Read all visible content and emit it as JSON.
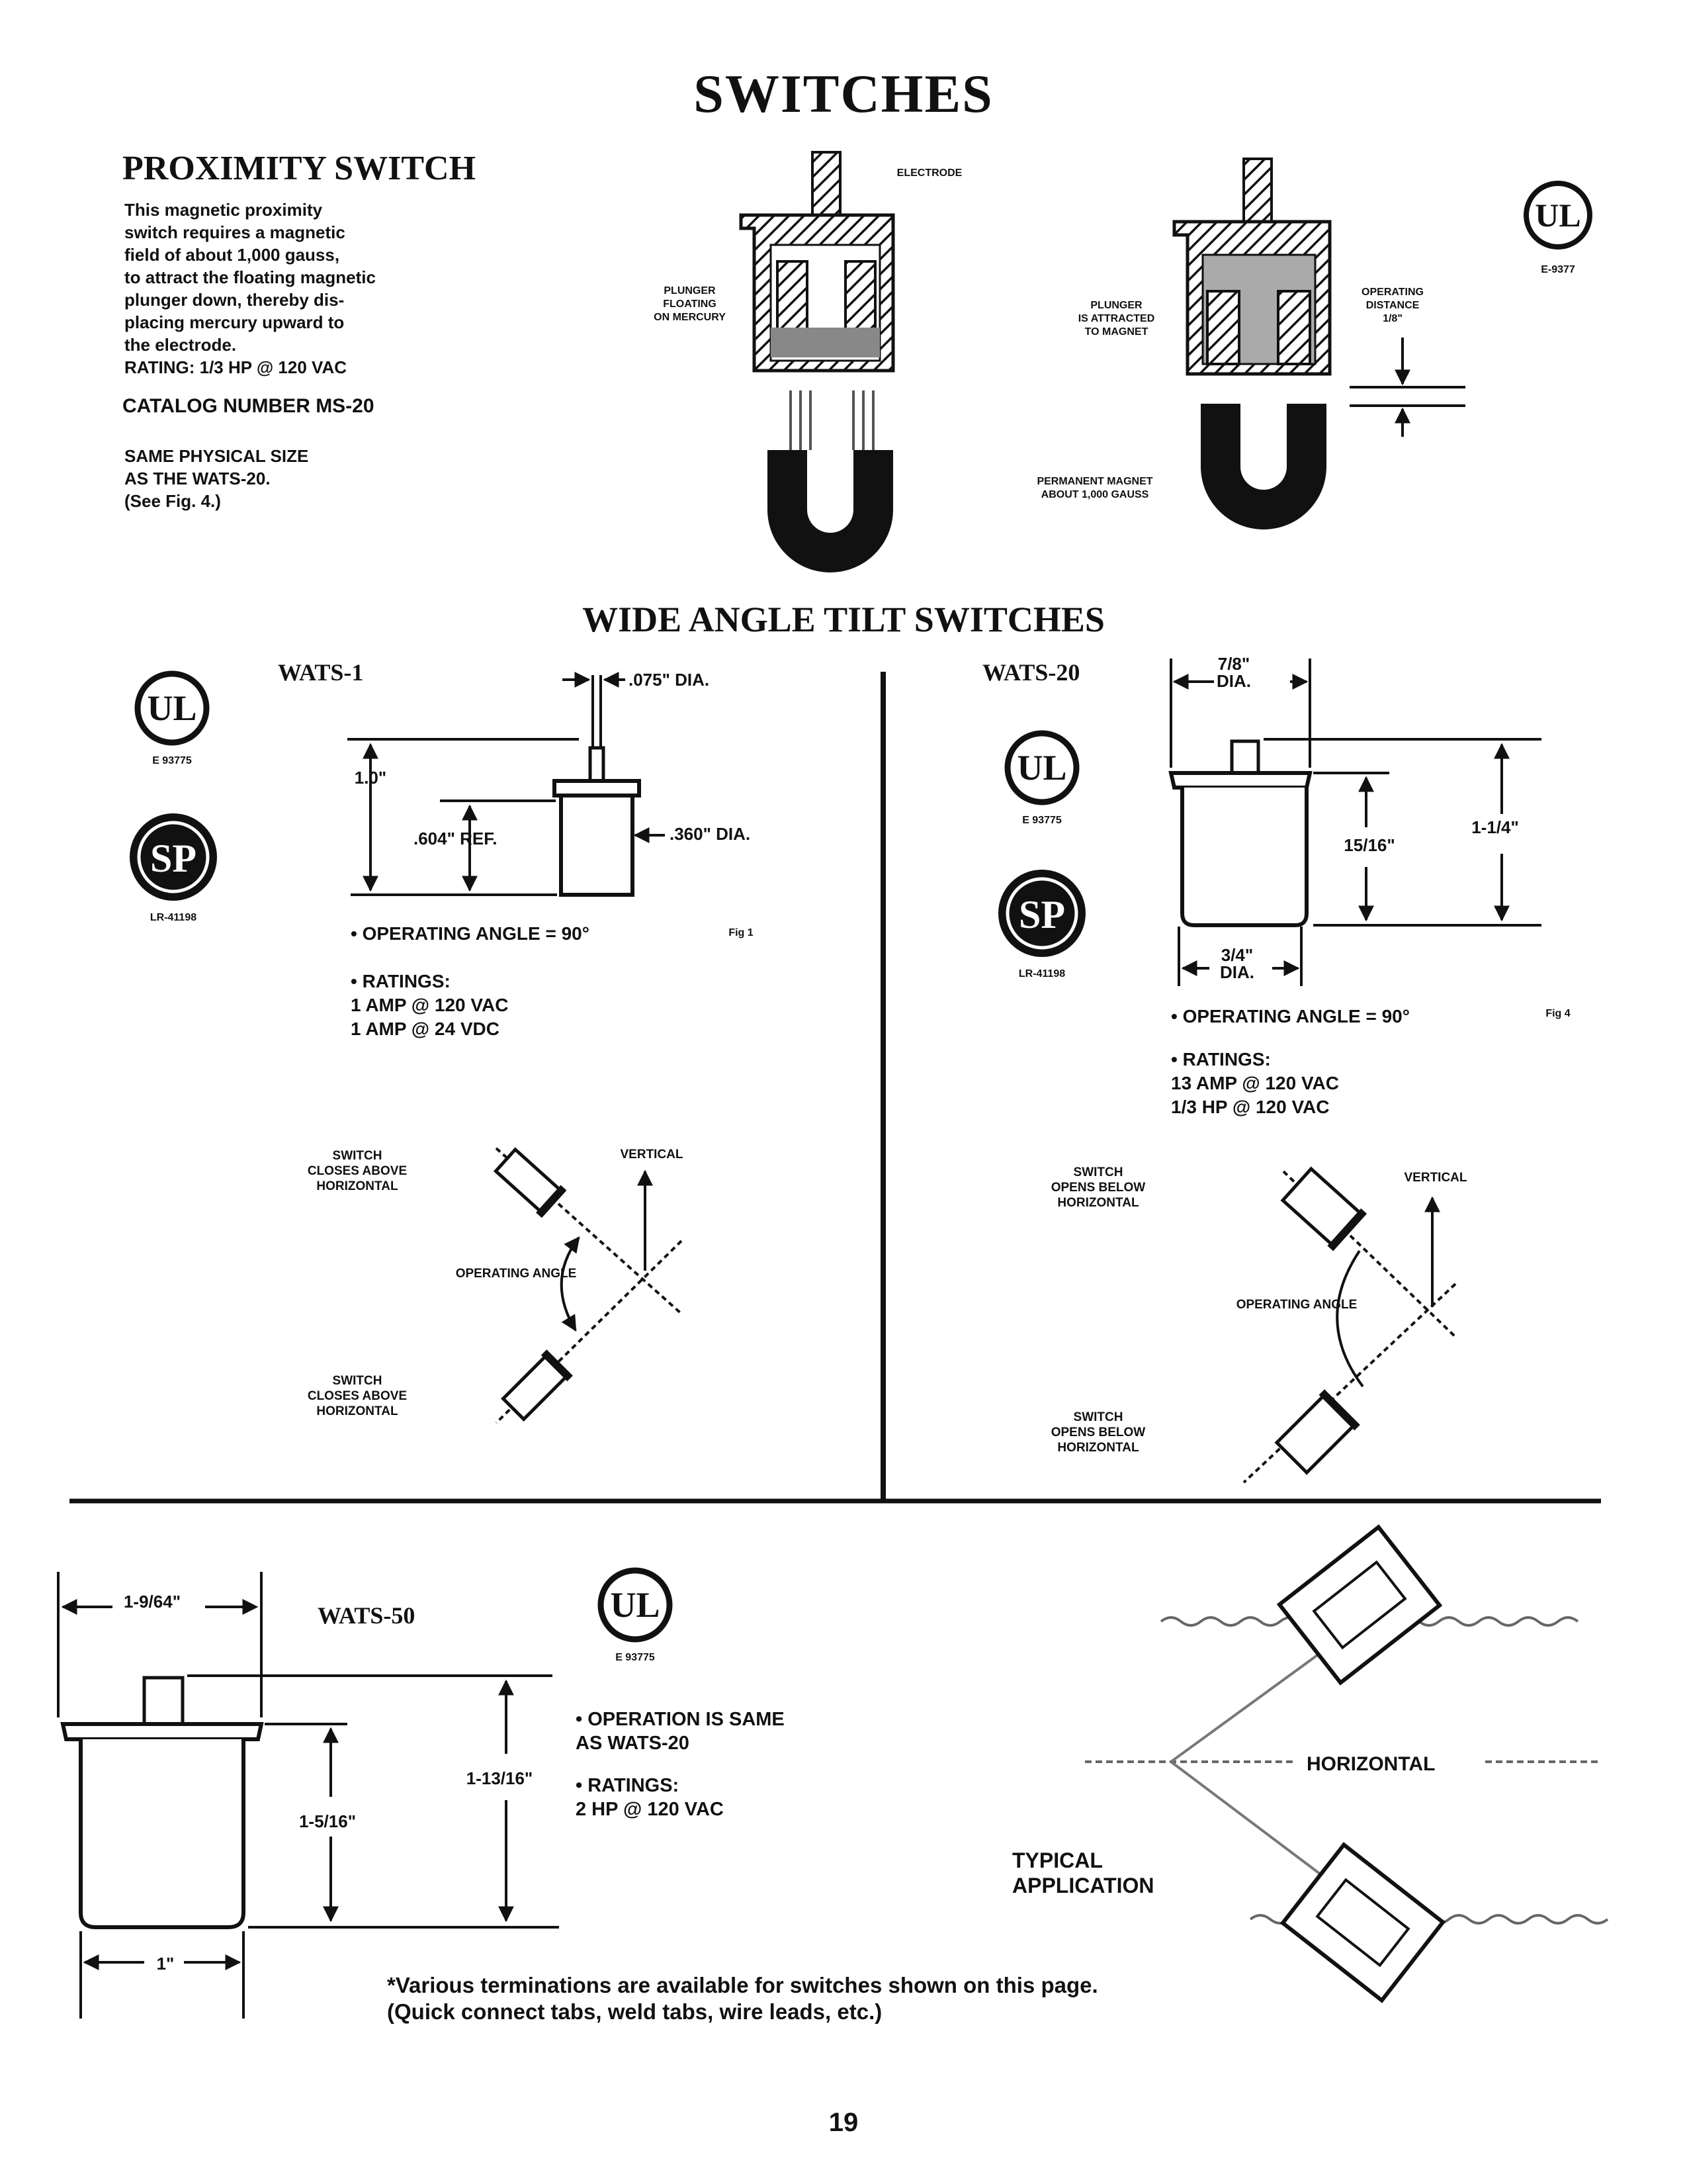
{
  "page_title": "SWITCHES",
  "proximity": {
    "heading": "PROXIMITY SWITCH",
    "description": "This magnetic proximity\nswitch requires a magnetic\nfield of about 1,000 gauss,\nto attract the floating magnetic\nplunger down, thereby dis-\nplacing mercury upward to\nthe electrode.\nRATING: 1/3 HP @ 120 VAC",
    "catalog": "CATALOG NUMBER  MS-20",
    "size_note": "SAME PHYSICAL SIZE\nAS THE WATS-20.\n(See Fig. 4.)",
    "labels": {
      "electrode": "ELECTRODE",
      "plunger_floating": "PLUNGER\nFLOATING\nON MERCURY",
      "plunger_attracted": "PLUNGER\nIS ATTRACTED\nTO MAGNET",
      "operating_distance": "OPERATING\nDISTANCE\n1/8\"",
      "permanent_magnet": "PERMANENT MAGNET\nABOUT 1,000 GAUSS"
    },
    "ul_code": "E-9377"
  },
  "wide_angle": {
    "heading": "WIDE ANGLE TILT SWITCHES",
    "wats1": {
      "name": "WATS-1",
      "ul_code": "E 93775",
      "csa_code": "LR-41198",
      "dims": {
        "lead_dia": ".075\" DIA.",
        "height": "1.0\"",
        "ref": ".604\" REF.",
        "body_dia": ".360\" DIA."
      },
      "operating_angle": "•  OPERATING ANGLE = 90°",
      "fig": "Fig 1",
      "ratings": "•  RATINGS:\n   1 AMP @ 120 VAC\n   1 AMP @ 24 VDC",
      "diagram": {
        "closes_above_top": "SWITCH\nCLOSES ABOVE\nHORIZONTAL",
        "vertical": "VERTICAL",
        "operating_angle": "OPERATING ANGLE",
        "closes_above_bottom": "SWITCH\nCLOSES ABOVE\nHORIZONTAL"
      }
    },
    "wats20": {
      "name": "WATS-20",
      "ul_code": "E 93775",
      "csa_code": "LR-41198",
      "dims": {
        "top_dia": "7/8\"\nDIA.",
        "total_height": "1-1/4\"",
        "body_height": "15/16\"",
        "base_dia": "3/4\"\nDIA."
      },
      "operating_angle": "•  OPERATING ANGLE = 90°",
      "fig": "Fig 4",
      "ratings": "•  RATINGS:\n   13 AMP @ 120 VAC\n   1/3 HP @ 120 VAC",
      "diagram": {
        "opens_below_top": "SWITCH\nOPENS BELOW\nHORIZONTAL",
        "vertical": "VERTICAL",
        "operating_angle": "OPERATING ANGLE",
        "opens_below_bottom": "SWITCH\nOPENS BELOW\nHORIZONTAL"
      }
    }
  },
  "wats50": {
    "name": "WATS-50",
    "ul_code": "E 93775",
    "dims": {
      "top_width": "1-9/64\"",
      "total_height": "1-13/16\"",
      "body_height": "1-5/16\"",
      "base_width": "1\""
    },
    "operation": "•  OPERATION IS SAME\n   AS WATS-20",
    "ratings": "•  RATINGS:\n   2 HP @ 120 VAC",
    "application": {
      "horizontal": "HORIZONTAL",
      "typical": "TYPICAL\nAPPLICATION"
    }
  },
  "footnote": "*Various terminations are available for switches shown on this page.\n(Quick connect tabs, weld tabs, wire leads, etc.)",
  "page_number": "19"
}
